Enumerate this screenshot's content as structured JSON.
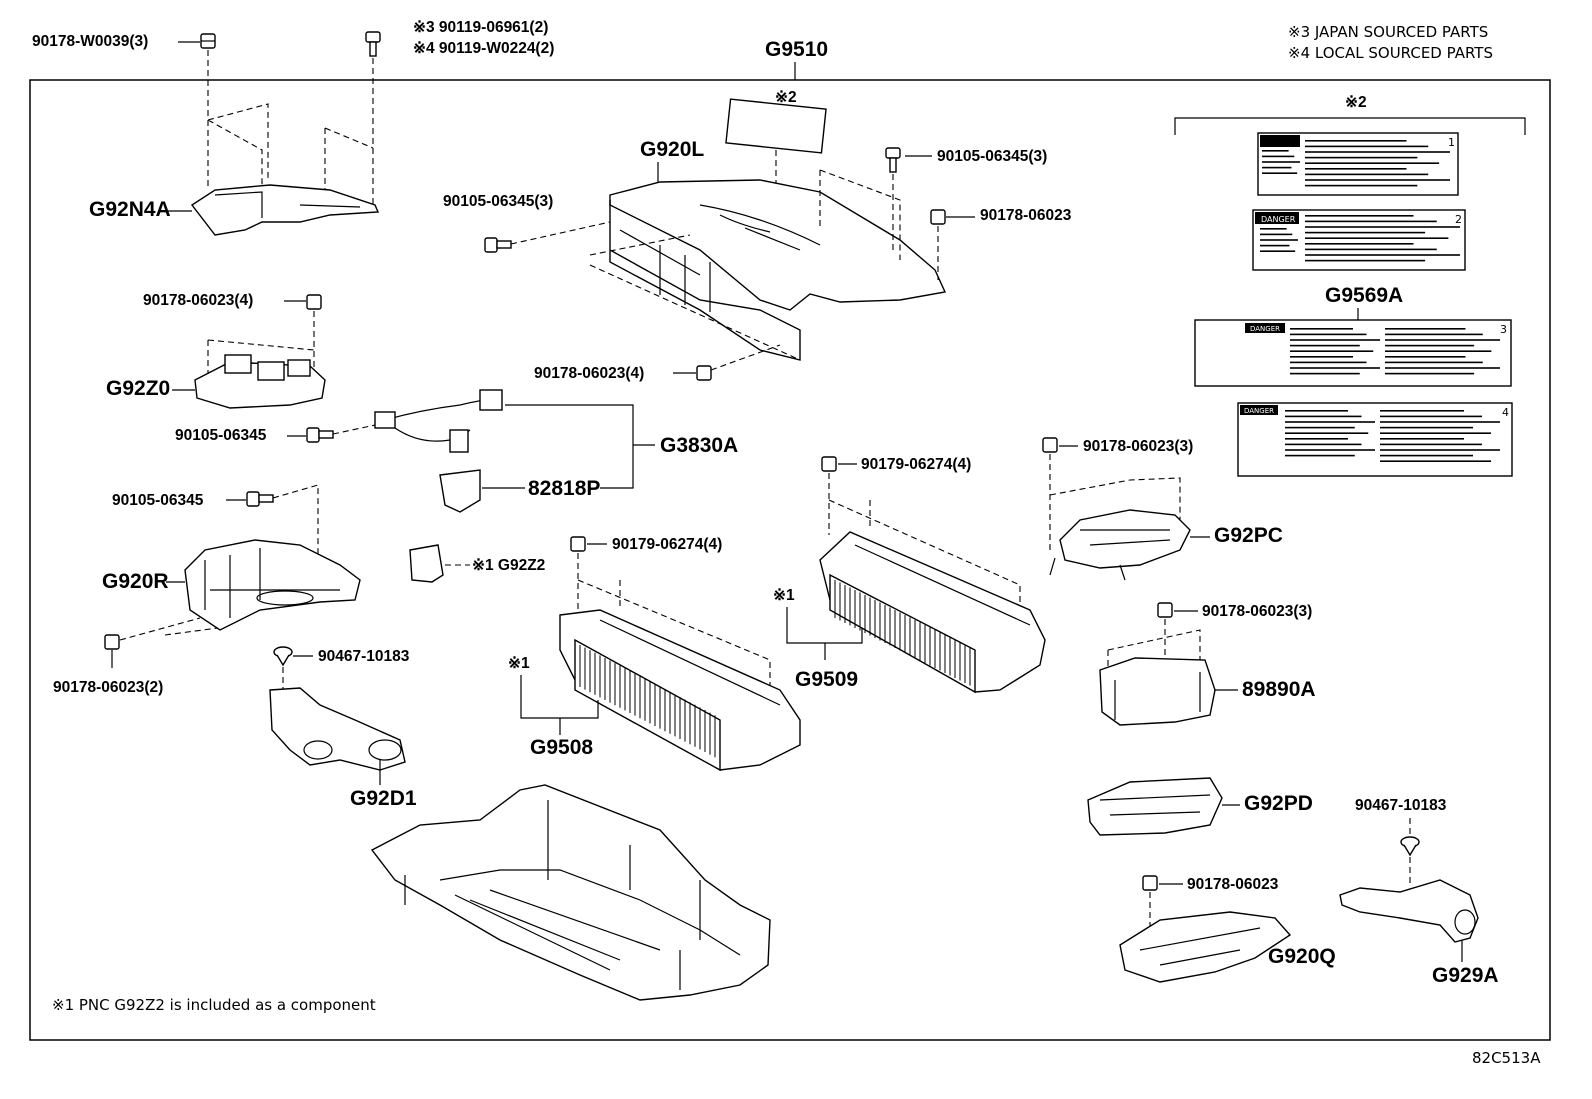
{
  "header_notes": [
    "※3 JAPAN SOURCED PARTS",
    "※4 LOCAL SOURCED PARTS"
  ],
  "footnote": "※1 PNC G92Z2 is included as a component",
  "drawing_id": "82C513A",
  "assembly": "G9510",
  "labels": {
    "bolt_top1": "90178-W0039(3)",
    "bolt_top2a": "※3 90119-06961(2)",
    "bolt_top2b": "※4 90119-W0224(2)",
    "g92n4a": "G92N4A",
    "g920l": "G920L",
    "star2_a": "※2",
    "n90105_a": "90105-06345(3)",
    "n90105_b": "90105-06345(3)",
    "n90178_a": "90178-06023",
    "n90178_b": "90178-06023(4)",
    "g92z0": "G92Z0",
    "n90178_c": "90178-06023(4)",
    "n90105_c": "90105-06345",
    "g3830a": "G3830A",
    "n82818p": "82818P",
    "n90105_d": "90105-06345",
    "g920r": "G920R",
    "g92z2": "※1 G92Z2",
    "n90178_d": "90178-06023(2)",
    "n90467_a": "90467-10183",
    "g92d1": "G92D1",
    "n90179_a": "90179-06274(4)",
    "star1_a": "※1",
    "g9508": "G9508",
    "n90179_b": "90179-06274(4)",
    "star1_b": "※1",
    "g9509": "G9509",
    "n90178_e": "90178-06023(3)",
    "g92pc": "G92PC",
    "n90178_f": "90178-06023(3)",
    "n89890a": "89890A",
    "g92pd": "G92PD",
    "n90467_b": "90467-10183",
    "n90178_g": "90178-06023",
    "g920q": "G920Q",
    "g929a": "G929A",
    "star2_b": "※2",
    "g9569a": "G9569A"
  },
  "labels_panel": {
    "numbers": [
      "1",
      "2",
      "3",
      "4"
    ],
    "danger_text": "DANGER"
  },
  "colors": {
    "line": "#000000",
    "background": "#ffffff"
  }
}
